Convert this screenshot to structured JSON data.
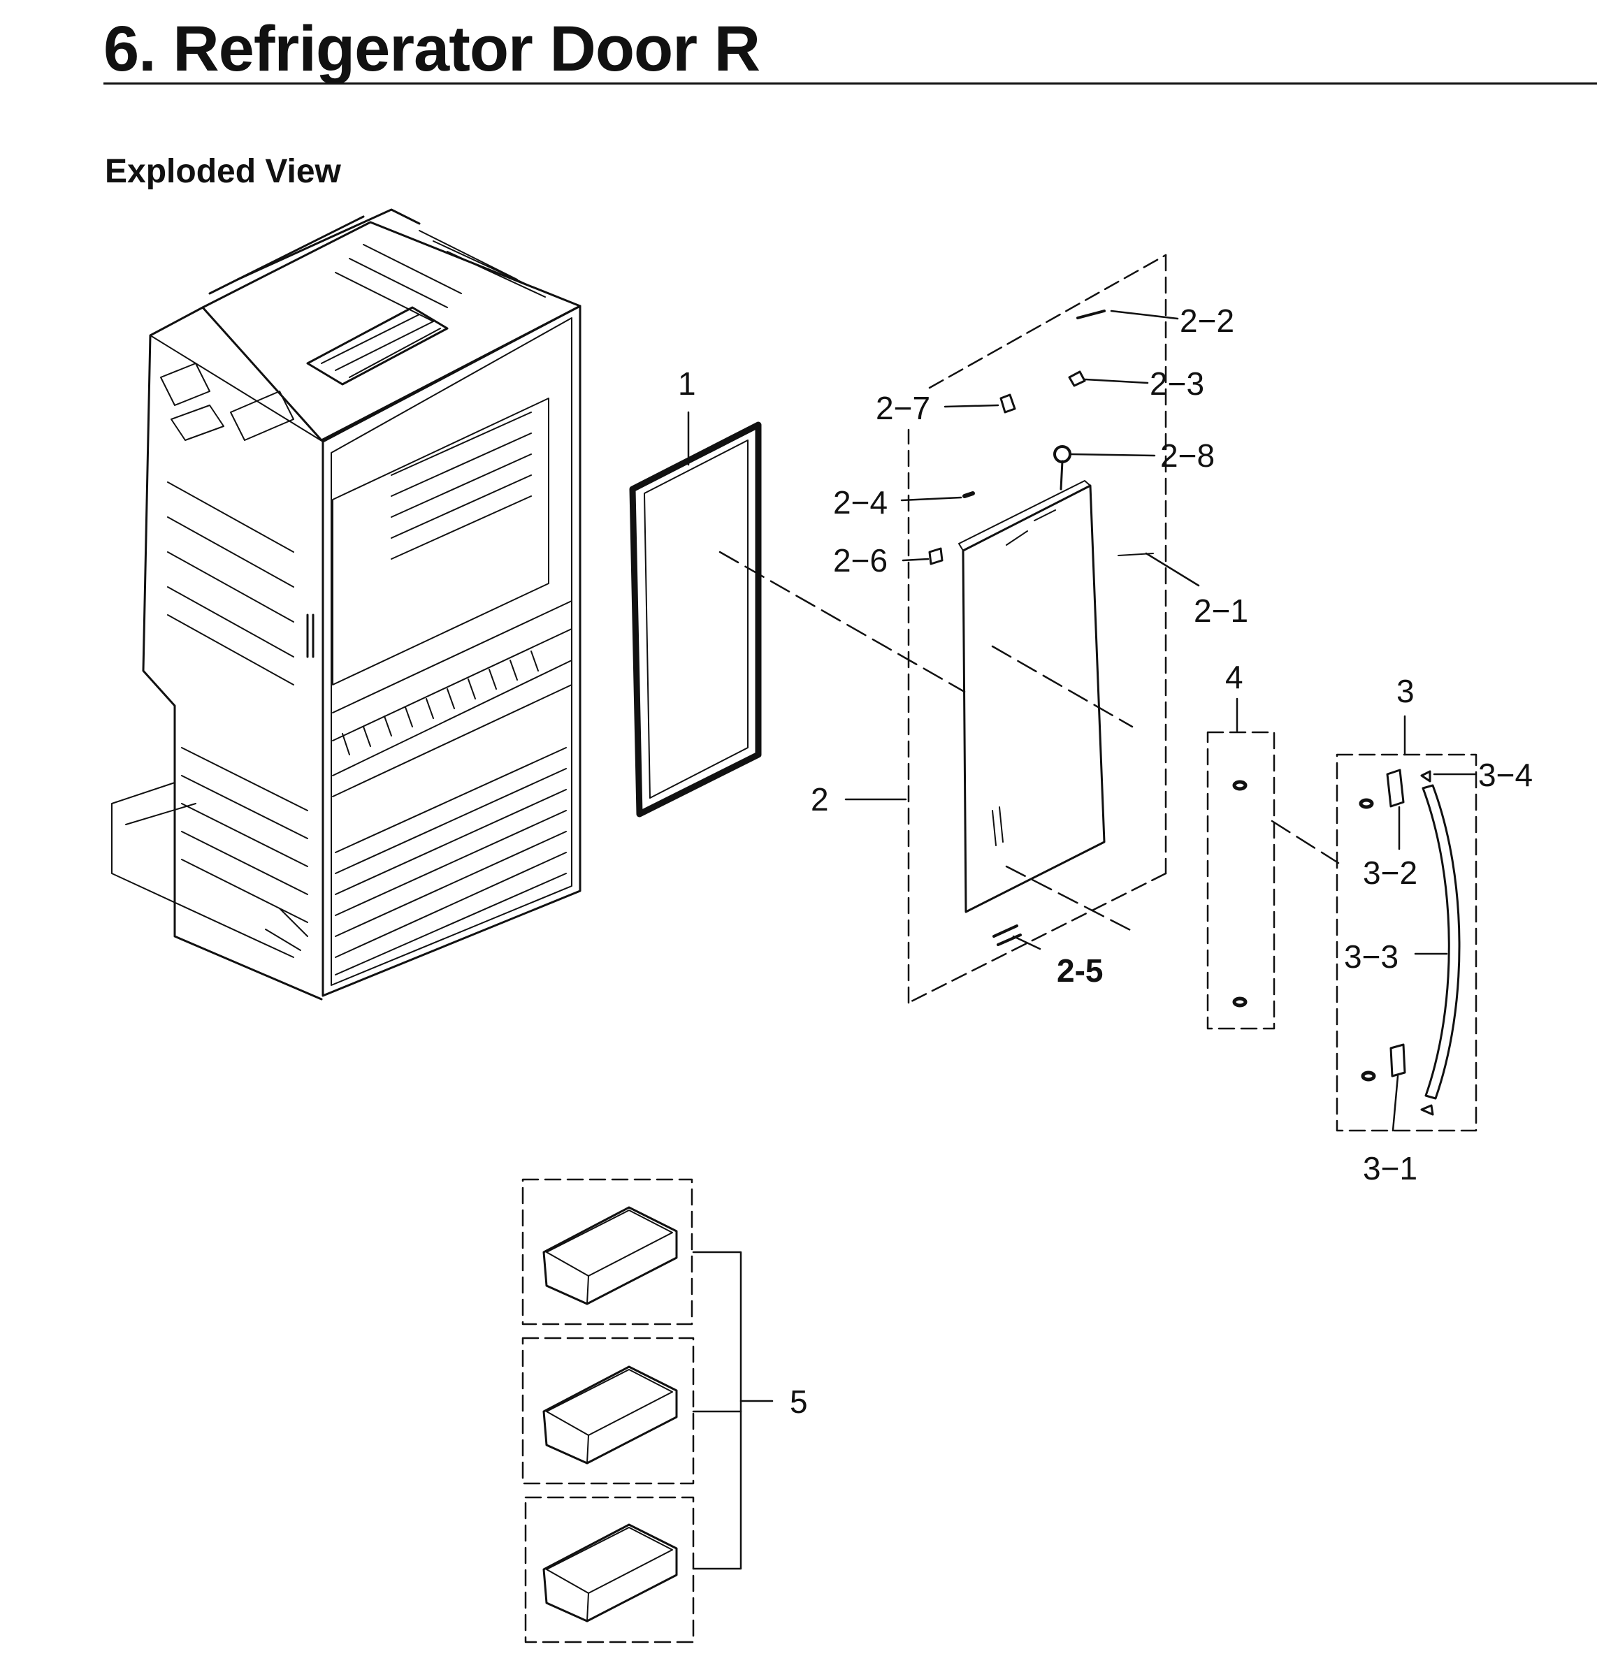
{
  "header": {
    "title": "6.  Refrigerator Door R",
    "subtitle": "Exploded View"
  },
  "callouts": [
    {
      "id": "1",
      "label": "1"
    },
    {
      "id": "2",
      "label": "2"
    },
    {
      "id": "2-1",
      "label": "2−1"
    },
    {
      "id": "2-2",
      "label": "2−2"
    },
    {
      "id": "2-3",
      "label": "2−3"
    },
    {
      "id": "2-4",
      "label": "2−4"
    },
    {
      "id": "2-5",
      "label": "2-5"
    },
    {
      "id": "2-6",
      "label": "2−6"
    },
    {
      "id": "2-7",
      "label": "2−7"
    },
    {
      "id": "2-8",
      "label": "2−8"
    },
    {
      "id": "3",
      "label": "3"
    },
    {
      "id": "3-1",
      "label": "3−1"
    },
    {
      "id": "3-2",
      "label": "3−2"
    },
    {
      "id": "3-3",
      "label": "3−3"
    },
    {
      "id": "3-4",
      "label": "3−4"
    },
    {
      "id": "4",
      "label": "4"
    },
    {
      "id": "5",
      "label": "5"
    }
  ],
  "colors": {
    "ink": "#111111",
    "background": "#ffffff"
  }
}
